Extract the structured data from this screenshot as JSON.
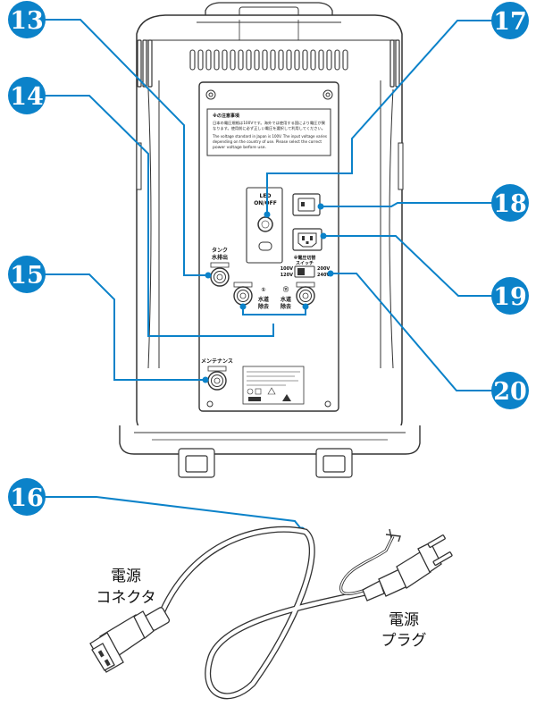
{
  "callouts": [
    {
      "number": "13"
    },
    {
      "number": "14"
    },
    {
      "number": "15"
    },
    {
      "number": "16"
    },
    {
      "number": "17"
    },
    {
      "number": "18"
    },
    {
      "number": "19"
    },
    {
      "number": "20"
    }
  ],
  "accent_color": "#0b82c9",
  "caution_sticker": {
    "title": "※の注意事項",
    "line_jp_1": "日本の電圧規格は100Vです。海外では使用する国により電圧が異",
    "line_jp_2": "なります。使用前に必ず正しい電圧を選択して利用してください。",
    "line_en_1": "The voltage standard in Japan is 100V. The input voltage varies",
    "line_en_2": "depending on the country of use. Please select the correct",
    "line_en_3": "power voltage before use."
  },
  "panel": {
    "led_label_1": "LED",
    "led_label_2": "ON/OFF",
    "tank_drain_1": "タンク",
    "tank_drain_2": "水排出",
    "drain_left_symbol": "①",
    "drain_left_1": "水道",
    "drain_left_2": "除去",
    "drain_right_symbol": "⑪",
    "drain_right_1": "水道",
    "drain_right_2": "除去",
    "voltage_title": "※電圧切替",
    "voltage_switch": "スイッチ",
    "v100": "100V",
    "v120": "120V",
    "v200": "200V",
    "v240": "240V",
    "maintenance": "メンテナンス"
  },
  "cord_labels": {
    "connector_1": "電源",
    "connector_2": "コネクタ",
    "plug_1": "電源",
    "plug_2": "プラグ"
  }
}
